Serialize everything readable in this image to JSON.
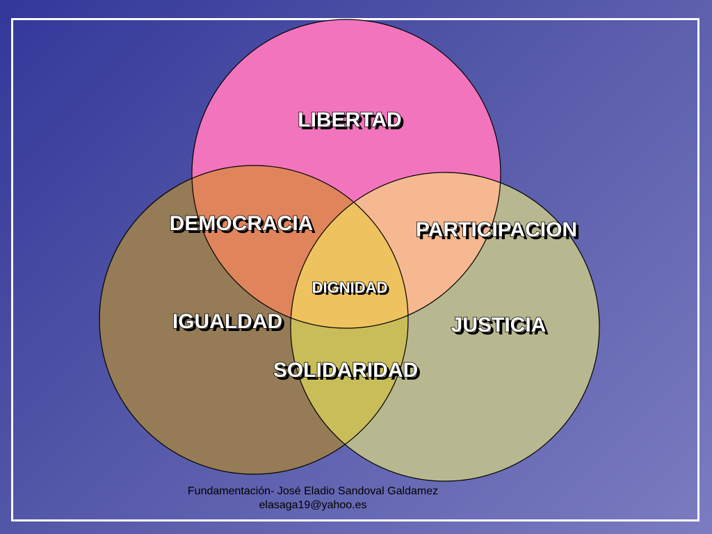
{
  "diagram": {
    "type": "venn",
    "sets": [
      {
        "label": "LIBERTAD",
        "color": "#f274bc"
      },
      {
        "label": "IGUALDAD",
        "color": "#957b56"
      },
      {
        "label": "JUSTICIA",
        "color": "#b8b890"
      }
    ],
    "intersections": {
      "libertad_igualdad": {
        "label": "DEMOCRACIA",
        "color": "#e0845c"
      },
      "libertad_justicia": {
        "label": "PARTICIPACION",
        "color": "#f6b890"
      },
      "igualdad_justicia": {
        "label": "SOLIDARIDAD",
        "color": "#c9bd5a"
      },
      "center": {
        "label": "DIGNIDAD",
        "color": "#eec25e"
      }
    }
  },
  "footer": {
    "line1": "Fundamentación- José Eladio Sandoval Galdamez",
    "line2": "elasaga19@yahoo.es"
  },
  "colors": {
    "background_start": "#33379a",
    "background_end": "#7b7cc0",
    "frame": "#ffffff"
  }
}
